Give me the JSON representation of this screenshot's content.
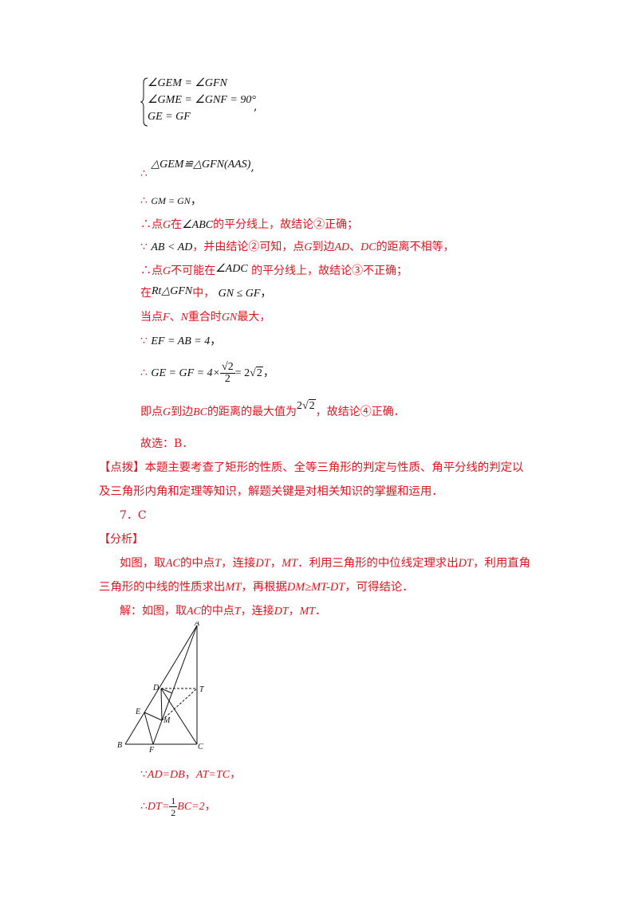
{
  "system": {
    "line1": "∠GEM = ∠GFN",
    "line2": "∠GME = ∠GNF = 90°",
    "line3": "GE = GF",
    "trail": ","
  },
  "lines": {
    "l1_sym": "∴",
    "l1_math": "△GEM≌△GFN(AAS)",
    "l1_end": ",",
    "l2_sym": "∴",
    "l2_math": "GM = GN",
    "l2_end": "，",
    "l3_a": "∴点",
    "l3_g": "G",
    "l3_b": "在",
    "l3_math": "∠ABC",
    "l3_c": "的平分线上，故结论②正确；",
    "l4_sym": "∵",
    "l4_math": "AB < AD",
    "l4_b": "，并由结论②可知，点",
    "l4_g": "G",
    "l4_c": "到边",
    "l4_ad": "AD",
    "l4_sep": "、",
    "l4_dc": "DC",
    "l4_d": "的距离不相等，",
    "l5_a": "∴点",
    "l5_g": "G",
    "l5_b": "不可能在",
    "l5_math": "∠ADC",
    "l5_c": "的平分线上，故结论③不正确；",
    "l6_a": "在",
    "l6_math": "Rt△GFN",
    "l6_b": "中，",
    "l6_math2": "GN ≤ GF",
    "l6_end": "，",
    "l7_a": "当点",
    "l7_f": "F",
    "l7_sep": "、",
    "l7_n": "N",
    "l7_b": "重合时",
    "l7_gn": "GN",
    "l7_c": "最大，",
    "l8_sym": "∵",
    "l8_math": "EF = AB = 4",
    "l8_end": "，",
    "l9_sym": "∴",
    "l9_math": "GE = GF = 4×",
    "l9_num": "√2",
    "l9_den": "2",
    "l9_eq": "= 2",
    "l9_rad": "2",
    "l9_end": "，",
    "l10_a": "即点",
    "l10_g": "G",
    "l10_b": "到边",
    "l10_bc": "BC",
    "l10_c": "的距离的最大值为",
    "l10_coef": "2",
    "l10_rad": "2",
    "l10_d": "，故结论④正确．",
    "l11": "故选：B．",
    "l12": "【点拨】本题主要考查了矩形的性质、全等三角形的判定与性质、角平分线的判定以",
    "l13": "及三角形内角和定理等知识，解题关键是对相关知识的掌握和运用．",
    "l14": "7．C",
    "l15": "【分析】",
    "l16_a": "如图，取",
    "l16_ac": "AC",
    "l16_b": "的中点",
    "l16_t": "T",
    "l16_c": "，连接",
    "l16_dt": "DT",
    "l16_sep": "，",
    "l16_mt": "MT",
    "l16_d": "．利用三角形的中位线定理求出",
    "l16_dt2": "DT",
    "l16_e": "，利用直角",
    "l17_a": "三角形的中线的性质求出",
    "l17_mt": "MT",
    "l17_b": "，再根据",
    "l17_rel": "DM≥MT-DT",
    "l17_c": "，可得结论．",
    "l18_a": "解：如图，取",
    "l18_ac": "AC",
    "l18_b": "的中点",
    "l18_t": "T",
    "l18_c": "，连接",
    "l18_dt": "DT",
    "l18_sep": "，",
    "l18_mt": "MT",
    "l18_end": "．",
    "l19_sym": "∵",
    "l19_a": "AD=DB",
    "l19_sep": "，",
    "l19_b": "AT=TC",
    "l19_end": "，",
    "l20_sym": "∴",
    "l20_a": "DT=",
    "l20_num": "1",
    "l20_den": "2",
    "l20_b": "BC=2",
    "l20_end": "，"
  },
  "figure": {
    "labels": {
      "A": "A",
      "D": "D",
      "T": "T",
      "E": "E",
      "M": "M",
      "B": "B",
      "F": "F",
      "C": "C"
    }
  }
}
